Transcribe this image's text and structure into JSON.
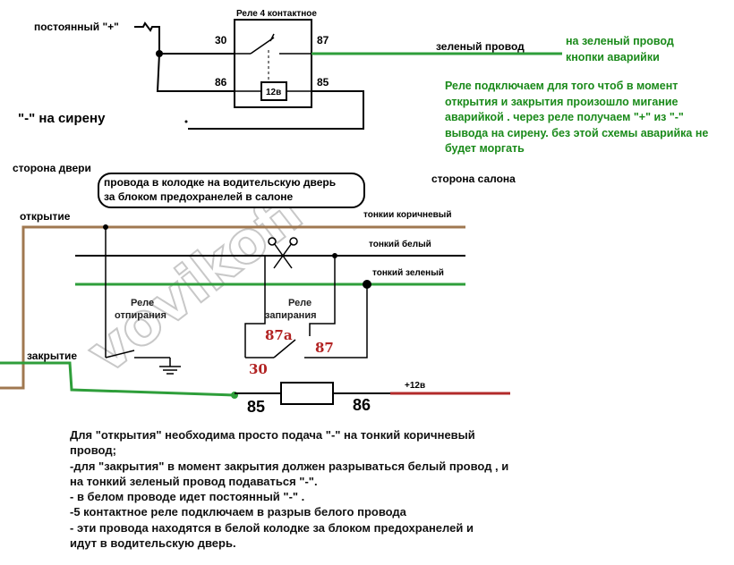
{
  "colors": {
    "wire_black": "#000000",
    "wire_brown": "#a07850",
    "wire_green": "#2e9e3a",
    "wire_red": "#b22a2a",
    "text_green": "#1a8a1a",
    "pin_red": "#b22222"
  },
  "top_relay": {
    "title": "Реле 4 контактное",
    "coil_label": "12в",
    "pins": {
      "p30": "30",
      "p87": "87",
      "p86": "86",
      "p85": "85"
    }
  },
  "labels": {
    "constant_plus": "постоянный \"+\"",
    "green_wire": "зеленый провод",
    "to_green_wire_line1": "на зеленый провод",
    "to_green_wire_line2": "кнопки аварийки",
    "minus_to_siren": "\"-\" на сирену",
    "door_side": "сторона двери",
    "cabin_side": "сторона салона",
    "bubble_line1": "провода в колодке на водительскую дверь",
    "bubble_line2": "за блоком предохранелей в салоне",
    "opening": "открытие",
    "closing": "закрытие",
    "thin_brown": "тонкии коричневый",
    "thin_white": "тонкий белый",
    "thin_green": "тонкий зеленый",
    "plus12": "+12в"
  },
  "relays": {
    "unlock_line1": "Реле",
    "unlock_line2": "отпирания",
    "lock_line1": "Реле",
    "lock_line2": "запирания",
    "pin_87a": "87а",
    "pin_87": "87",
    "pin_30": "30"
  },
  "bottom_relay": {
    "pin_85": "85",
    "pin_86": "86"
  },
  "watermark": "vovikoff",
  "green_note": [
    "Реле подключаем для того чтоб в момент",
    "открытия и закрытия произошло мигание",
    "аварийкой . через реле получаем \"+\"  из \"-\"",
    "вывода на сирену.  без этой схемы аварийка не",
    "будет моргать"
  ],
  "note": [
    "Для \"открытия\" необходима просто подача \"-\" на тонкий коричневый",
    "провод;",
    "-для \"закрытия\"  в момент закрытия должен разрываться белый провод , и",
    "на тонкий зеленый провод подаваться \"-\".",
    "- в белом проводе идет постоянный \"-\" .",
    "-5 контактное реле подключаем в разрыв белого  провода",
    "- эти провода находятся в белой колодке за блоком предохранелей  и",
    "идут в водительскую дверь."
  ]
}
